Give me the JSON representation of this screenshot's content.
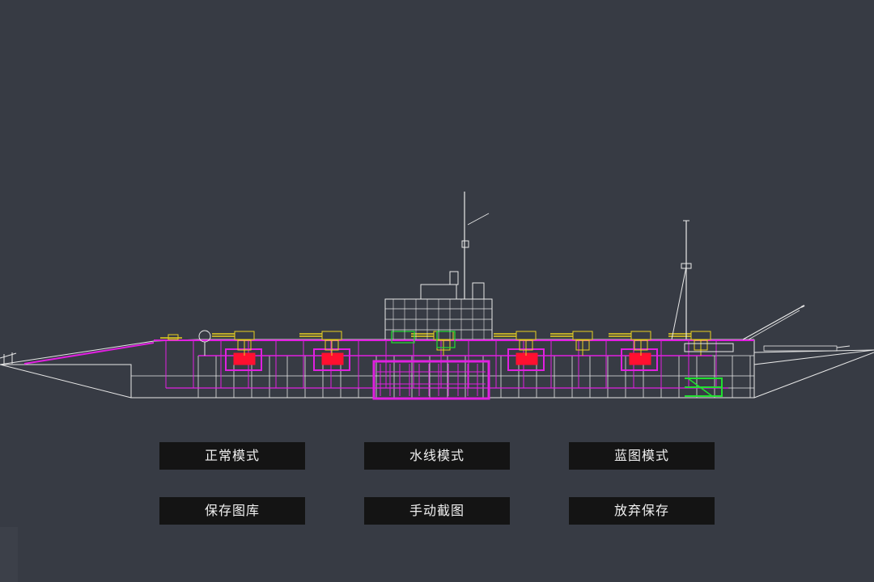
{
  "buttons": {
    "normal_mode": "正常模式",
    "waterline_mode": "水线模式",
    "blueprint_mode": "蓝图模式",
    "save_gallery": "保存图库",
    "manual_screenshot": "手动截图",
    "discard_save": "放弃保存"
  },
  "colors": {
    "background": "#373b44",
    "button_bg": "#141414",
    "button_text": "#f0f0f0",
    "hull_outline": "#e8e8e8",
    "armor_zone": "#e020e0",
    "turret": "#e8d020",
    "magazine": "#ff1030",
    "machinery": "#20e030"
  },
  "icons": {
    "ship_blueprint": "warship-side-view-blueprint"
  }
}
